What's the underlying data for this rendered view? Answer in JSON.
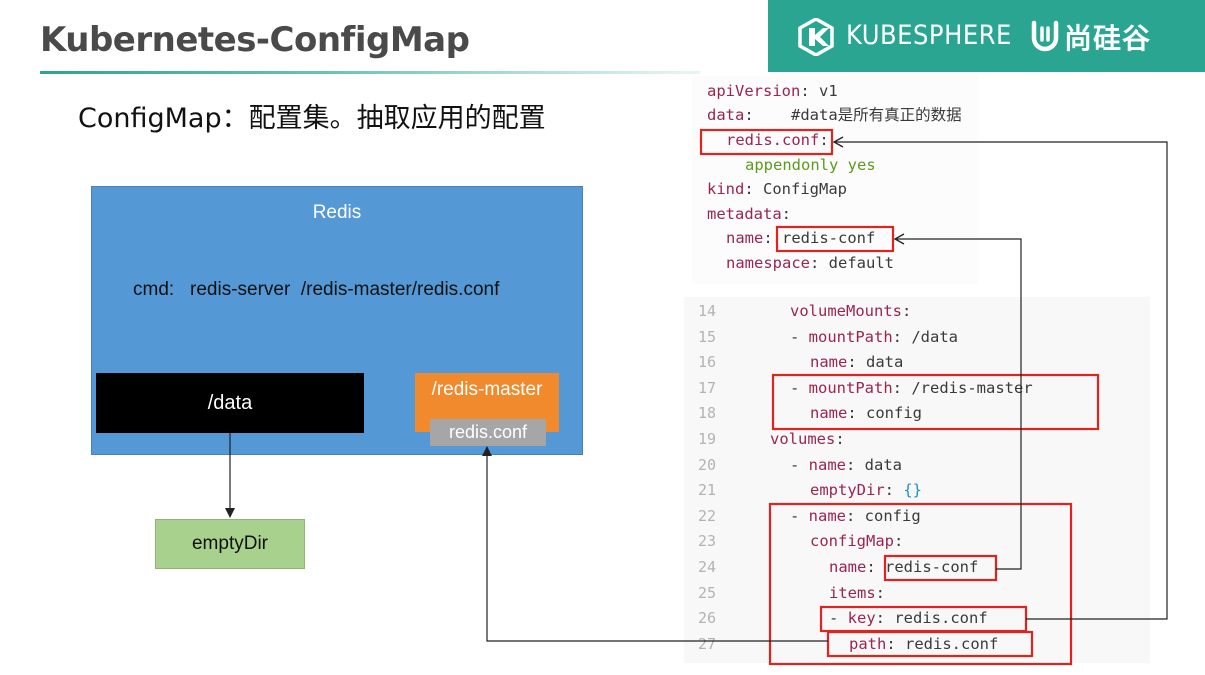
{
  "header": {
    "title": "Kubernetes-ConfigMap",
    "brand_name": "KUBESPHERE",
    "brand_cn": "尚硅谷"
  },
  "subtitle": "ConfigMap：配置集。抽取应用的配置",
  "diagram": {
    "redis_label": "Redis",
    "cmd_text": "cmd:   redis-server  /redis-master/redis.conf",
    "data_label": "/data",
    "master_label": "/redis-master",
    "conf_label": "redis.conf",
    "emptydir_label": "emptyDir"
  },
  "configmap_yaml": {
    "l1_key": "apiVersion",
    "l1_val": "v1",
    "l2_key": "data",
    "l2_comment": "#data是所有真正的数据",
    "l3_key": "redis.conf",
    "l4_val": "appendonly yes",
    "l5_key": "kind",
    "l5_val": "ConfigMap",
    "l6_key": "metadata",
    "l7_key": "name",
    "l7_val": "redis-conf",
    "l8_key": "namespace",
    "l8_val": "default"
  },
  "pod_yaml": {
    "lines": [
      {
        "num": "14",
        "key": "volumeMounts",
        "val": ""
      },
      {
        "num": "15",
        "key": "mountPath",
        "val": "/data"
      },
      {
        "num": "16",
        "key": "name",
        "val": "data"
      },
      {
        "num": "17",
        "key": "mountPath",
        "val": "/redis-master"
      },
      {
        "num": "18",
        "key": "name",
        "val": "config"
      },
      {
        "num": "19",
        "key": "volumes",
        "val": ""
      },
      {
        "num": "20",
        "key": "name",
        "val": "data"
      },
      {
        "num": "21",
        "key": "emptyDir",
        "val": "{}"
      },
      {
        "num": "22",
        "key": "name",
        "val": "config"
      },
      {
        "num": "23",
        "key": "configMap",
        "val": ""
      },
      {
        "num": "24",
        "key": "name",
        "val": "redis-conf"
      },
      {
        "num": "25",
        "key": "items",
        "val": ""
      },
      {
        "num": "26",
        "key": "key",
        "val": "redis.conf"
      },
      {
        "num": "27",
        "key": "path",
        "val": "redis.conf"
      }
    ]
  },
  "colors": {
    "accent_teal": "#2aa592",
    "redis_blue": "#5598d6",
    "highlight_red": "#e0231e",
    "yaml_key": "#9b2450"
  }
}
